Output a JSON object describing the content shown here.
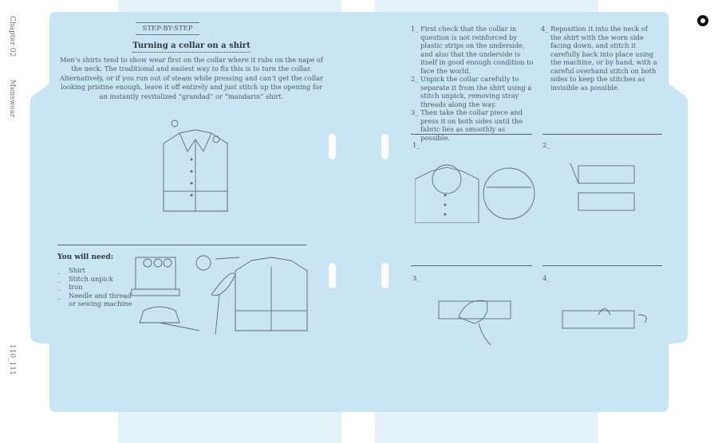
{
  "margin": {
    "chapter": "Chapter 02",
    "section": "Menswear",
    "page_numbers": "110_111"
  },
  "left_page": {
    "kicker": "STEP-BY-STEP",
    "title": "Turning a collar on a shirt",
    "intro": "Men’s shirts tend to show wear first on the collar where it rubs on the nape of the neck. The traditional and easiest way to fix this is to turn the collar. Alternatively, or if you run out of steam while pressing and can’t get the collar looking pristine enough, leave it off entirely and just stitch up the opening for an instantly revitalized “grandad” or “mandarin” shirt.",
    "needs_heading": "You will need:",
    "needs": [
      "Shirt",
      "Stitch unpick",
      "Iron",
      "Needle and thread or sewing machine"
    ],
    "bullet": "_"
  },
  "right_page": {
    "steps": [
      {
        "num": "1_",
        "text": "First check that the collar in question is not reinforced by plastic strips on the underside, and also that the underside is itself in good enough condition to face the world."
      },
      {
        "num": "2_",
        "text": "Unpick the collar carefully to separate it from the shirt using a stitch unpick, removing stray threads along the way."
      },
      {
        "num": "3_",
        "text": "Then take the collar piece and press it on both sides until the fabric lies as smoothly as possible."
      },
      {
        "num": "4_",
        "text": "Reposition it into the neck of the shirt with the worn side facing down, and stitch it carefully back into place using the machine, or by hand, with a careful overhand stitch on both sides to keep the stitches as invisible as possible."
      }
    ],
    "figure_labels": [
      "1_",
      "2_",
      "3_",
      "4_"
    ]
  },
  "colors": {
    "folder": "#c9e4f2",
    "strip": "#e4f1f8",
    "ink": "#4d5a63"
  }
}
